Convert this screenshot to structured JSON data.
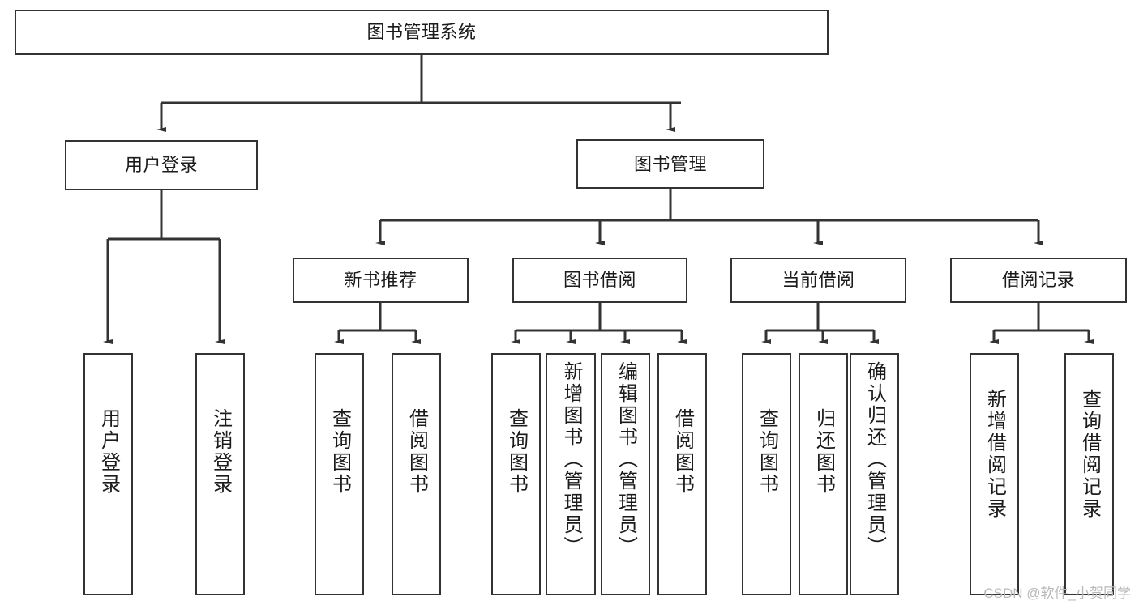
{
  "diagram": {
    "type": "tree",
    "title": "图书管理系统",
    "stroke_color": "#333333",
    "background_color": "#ffffff",
    "text_color": "#1b1b1b",
    "root": {
      "id": "root",
      "label": "图书管理系统"
    },
    "level1": [
      {
        "id": "user-login",
        "label": "用户登录"
      },
      {
        "id": "book-manage",
        "label": "图书管理"
      }
    ],
    "level2": [
      {
        "id": "new-book-recommend",
        "label": "新书推荐",
        "parent": "book-manage"
      },
      {
        "id": "book-borrow",
        "label": "图书借阅",
        "parent": "book-manage"
      },
      {
        "id": "current-borrow",
        "label": "当前借阅",
        "parent": "book-manage"
      },
      {
        "id": "borrow-record",
        "label": "借阅记录",
        "parent": "book-manage"
      }
    ],
    "leaves": [
      {
        "id": "leaf-user-login",
        "label": "用户登录",
        "parent": "user-login"
      },
      {
        "id": "leaf-logout",
        "label": "注销登录",
        "parent": "user-login"
      },
      {
        "id": "leaf-query-book-1",
        "label": "查询图书",
        "parent": "new-book-recommend"
      },
      {
        "id": "leaf-borrow-book-1",
        "label": "借阅图书",
        "parent": "new-book-recommend"
      },
      {
        "id": "leaf-query-book-2",
        "label": "查询图书",
        "parent": "book-borrow"
      },
      {
        "id": "leaf-add-book",
        "label": "新增图书（管理员）",
        "parent": "book-borrow"
      },
      {
        "id": "leaf-edit-book",
        "label": "编辑图书（管理员）",
        "parent": "book-borrow"
      },
      {
        "id": "leaf-borrow-book-2",
        "label": "借阅图书",
        "parent": "book-borrow"
      },
      {
        "id": "leaf-query-book-3",
        "label": "查询图书",
        "parent": "current-borrow"
      },
      {
        "id": "leaf-return-book",
        "label": "归还图书",
        "parent": "current-borrow"
      },
      {
        "id": "leaf-confirm-return",
        "label": "确认归还（管理员）",
        "parent": "current-borrow"
      },
      {
        "id": "leaf-add-record",
        "label": "新增借阅记录",
        "parent": "borrow-record"
      },
      {
        "id": "leaf-query-record",
        "label": "查询借阅记录",
        "parent": "borrow-record"
      }
    ]
  },
  "watermark": {
    "text": "CSDN @软件_小贺同学"
  }
}
